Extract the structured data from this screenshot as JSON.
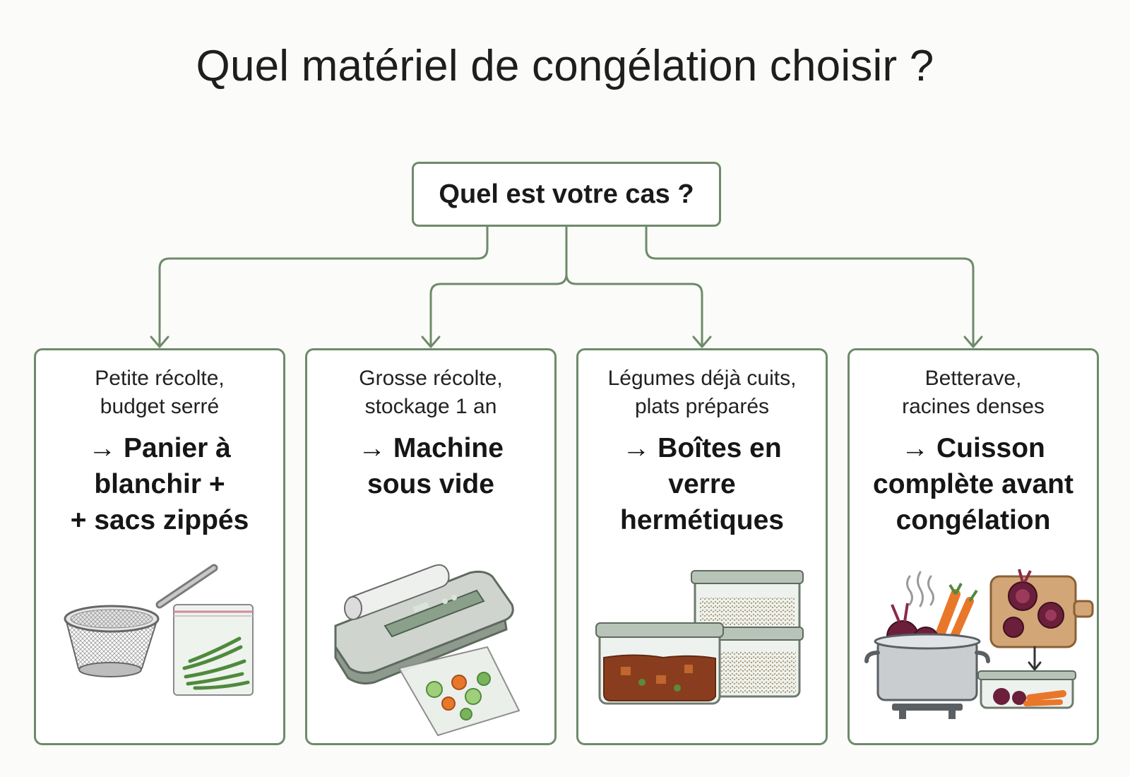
{
  "title": "Quel matériel de congélation choisir ?",
  "root_question": "Quel est votre cas ?",
  "cases": [
    {
      "condition_lines": [
        "Petite récolte,",
        "budget serré"
      ],
      "recommendation_lines": [
        "→ Panier à",
        "blanchir +",
        "+ sacs zippés"
      ],
      "illustration": "blanching-basket-and-zip-bag-icon"
    },
    {
      "condition_lines": [
        "Grosse récolte,",
        "stockage 1 an"
      ],
      "recommendation_lines": [
        "→ Machine",
        "sous vide"
      ],
      "illustration": "vacuum-sealer-icon"
    },
    {
      "condition_lines": [
        "Légumes déjà cuits,",
        "plats préparés"
      ],
      "recommendation_lines": [
        "→ Boîtes en",
        "verre",
        "hermétiques"
      ],
      "illustration": "glass-containers-icon"
    },
    {
      "condition_lines": [
        "Betterave,",
        "racines denses"
      ],
      "recommendation_lines": [
        "→ Cuisson",
        "complète avant",
        "congélation"
      ],
      "illustration": "cooking-pot-beets-icon"
    }
  ],
  "colors": {
    "border": "#6e8a6a",
    "connector": "#6e8a6a",
    "beet": "#6b1f3a",
    "carrot": "#e9772a",
    "green_bean": "#4f8a3c"
  }
}
